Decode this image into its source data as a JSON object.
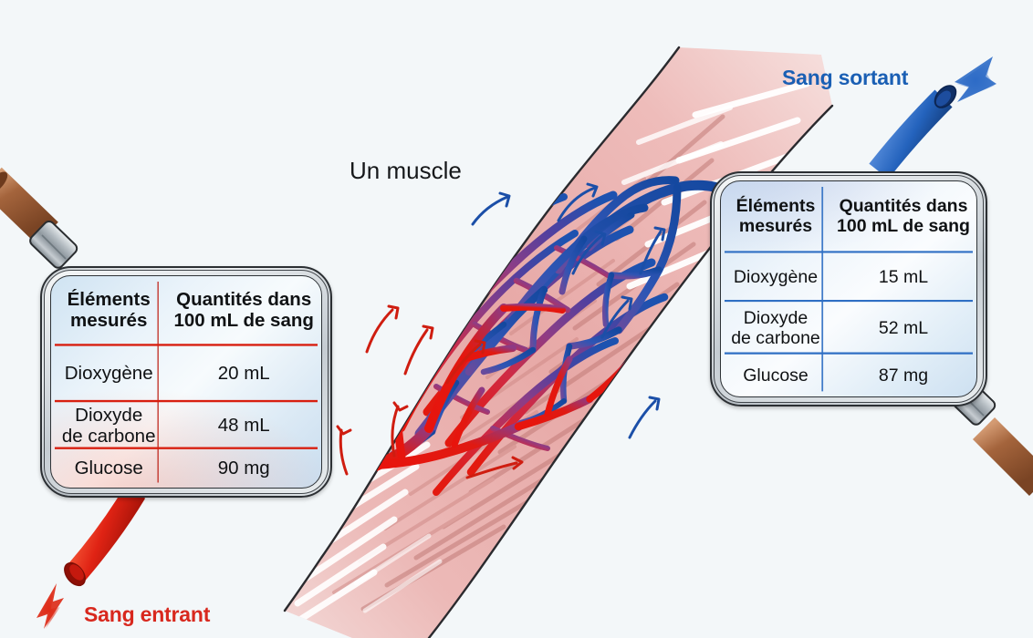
{
  "page": {
    "background_color": "#f3f7f9",
    "diagram_title": "Un muscle",
    "language": "fr"
  },
  "labels": {
    "muscle": "Un muscle",
    "blood_in": "Sang entrant",
    "blood_out": "Sang sortant"
  },
  "colors": {
    "artery_red": "#e11b13",
    "vein_blue": "#1a5fc0",
    "capillary_purple": "#7a4a9e",
    "muscle_pink": "#eab0ae",
    "muscle_outline": "#2a2a2e",
    "label_red": "#d8281e",
    "label_blue": "#1a5fb4",
    "panel_bezel": "#c8ced4",
    "left_rule": "#d81f10",
    "right_rule": "#2f6fc4",
    "tube_brown": "#a4643c"
  },
  "panels": {
    "incoming": {
      "id": "incoming-blood-panel",
      "side": "left",
      "rule_color": "#d81f10",
      "headers": [
        "Éléments mesurés",
        "Quantités dans 100 mL de sang"
      ],
      "header_lines": [
        [
          "Éléments",
          "mesurés"
        ],
        [
          "Quantités dans",
          "100 mL de sang"
        ]
      ],
      "rows": [
        {
          "element": "Dioxygène",
          "element_lines": [
            "Dioxygène"
          ],
          "quantity": "20 mL"
        },
        {
          "element": "Dioxyde de carbone",
          "element_lines": [
            "Dioxyde",
            "de carbone"
          ],
          "quantity": "48 mL"
        },
        {
          "element": "Glucose",
          "element_lines": [
            "Glucose"
          ],
          "quantity": "90 mg"
        }
      ]
    },
    "outgoing": {
      "id": "outgoing-blood-panel",
      "side": "right",
      "rule_color": "#2f6fc4",
      "headers": [
        "Éléments mesurés",
        "Quantités dans 100 mL de sang"
      ],
      "header_lines": [
        [
          "Éléments",
          "mesurés"
        ],
        [
          "Quantités dans",
          "100 mL de sang"
        ]
      ],
      "rows": [
        {
          "element": "Dioxygène",
          "element_lines": [
            "Dioxygène"
          ],
          "quantity": "15 mL"
        },
        {
          "element": "Dioxyde de carbone",
          "element_lines": [
            "Dioxyde",
            "de carbone"
          ],
          "quantity": "52 mL"
        },
        {
          "element": "Glucose",
          "element_lines": [
            "Glucose"
          ],
          "quantity": "87 mg"
        }
      ]
    }
  },
  "chart_data": {
    "type": "table",
    "title": "Composition du sang entrant et sortant d'un muscle (pour 100 mL de sang)",
    "columns": [
      "Éléments mesurés",
      "Sang entrant",
      "Sang sortant"
    ],
    "categories": [
      "Dioxygène",
      "Dioxyde de carbone",
      "Glucose"
    ],
    "units": [
      "mL",
      "mL",
      "mg"
    ],
    "series": [
      {
        "name": "Sang entrant",
        "values": [
          20,
          48,
          90
        ],
        "display": [
          "20 mL",
          "48 mL",
          "90 mg"
        ]
      },
      {
        "name": "Sang sortant",
        "values": [
          15,
          52,
          87
        ],
        "display": [
          "15 mL",
          "52 mL",
          "87 mg"
        ]
      }
    ],
    "annotations": [
      "Un muscle",
      "Sang entrant",
      "Sang sortant"
    ]
  },
  "icons": {
    "arrow_in": "arrow-up-left-red",
    "arrow_out": "arrow-up-right-blue",
    "flow_arrows": "vessel-flow-arrow"
  }
}
